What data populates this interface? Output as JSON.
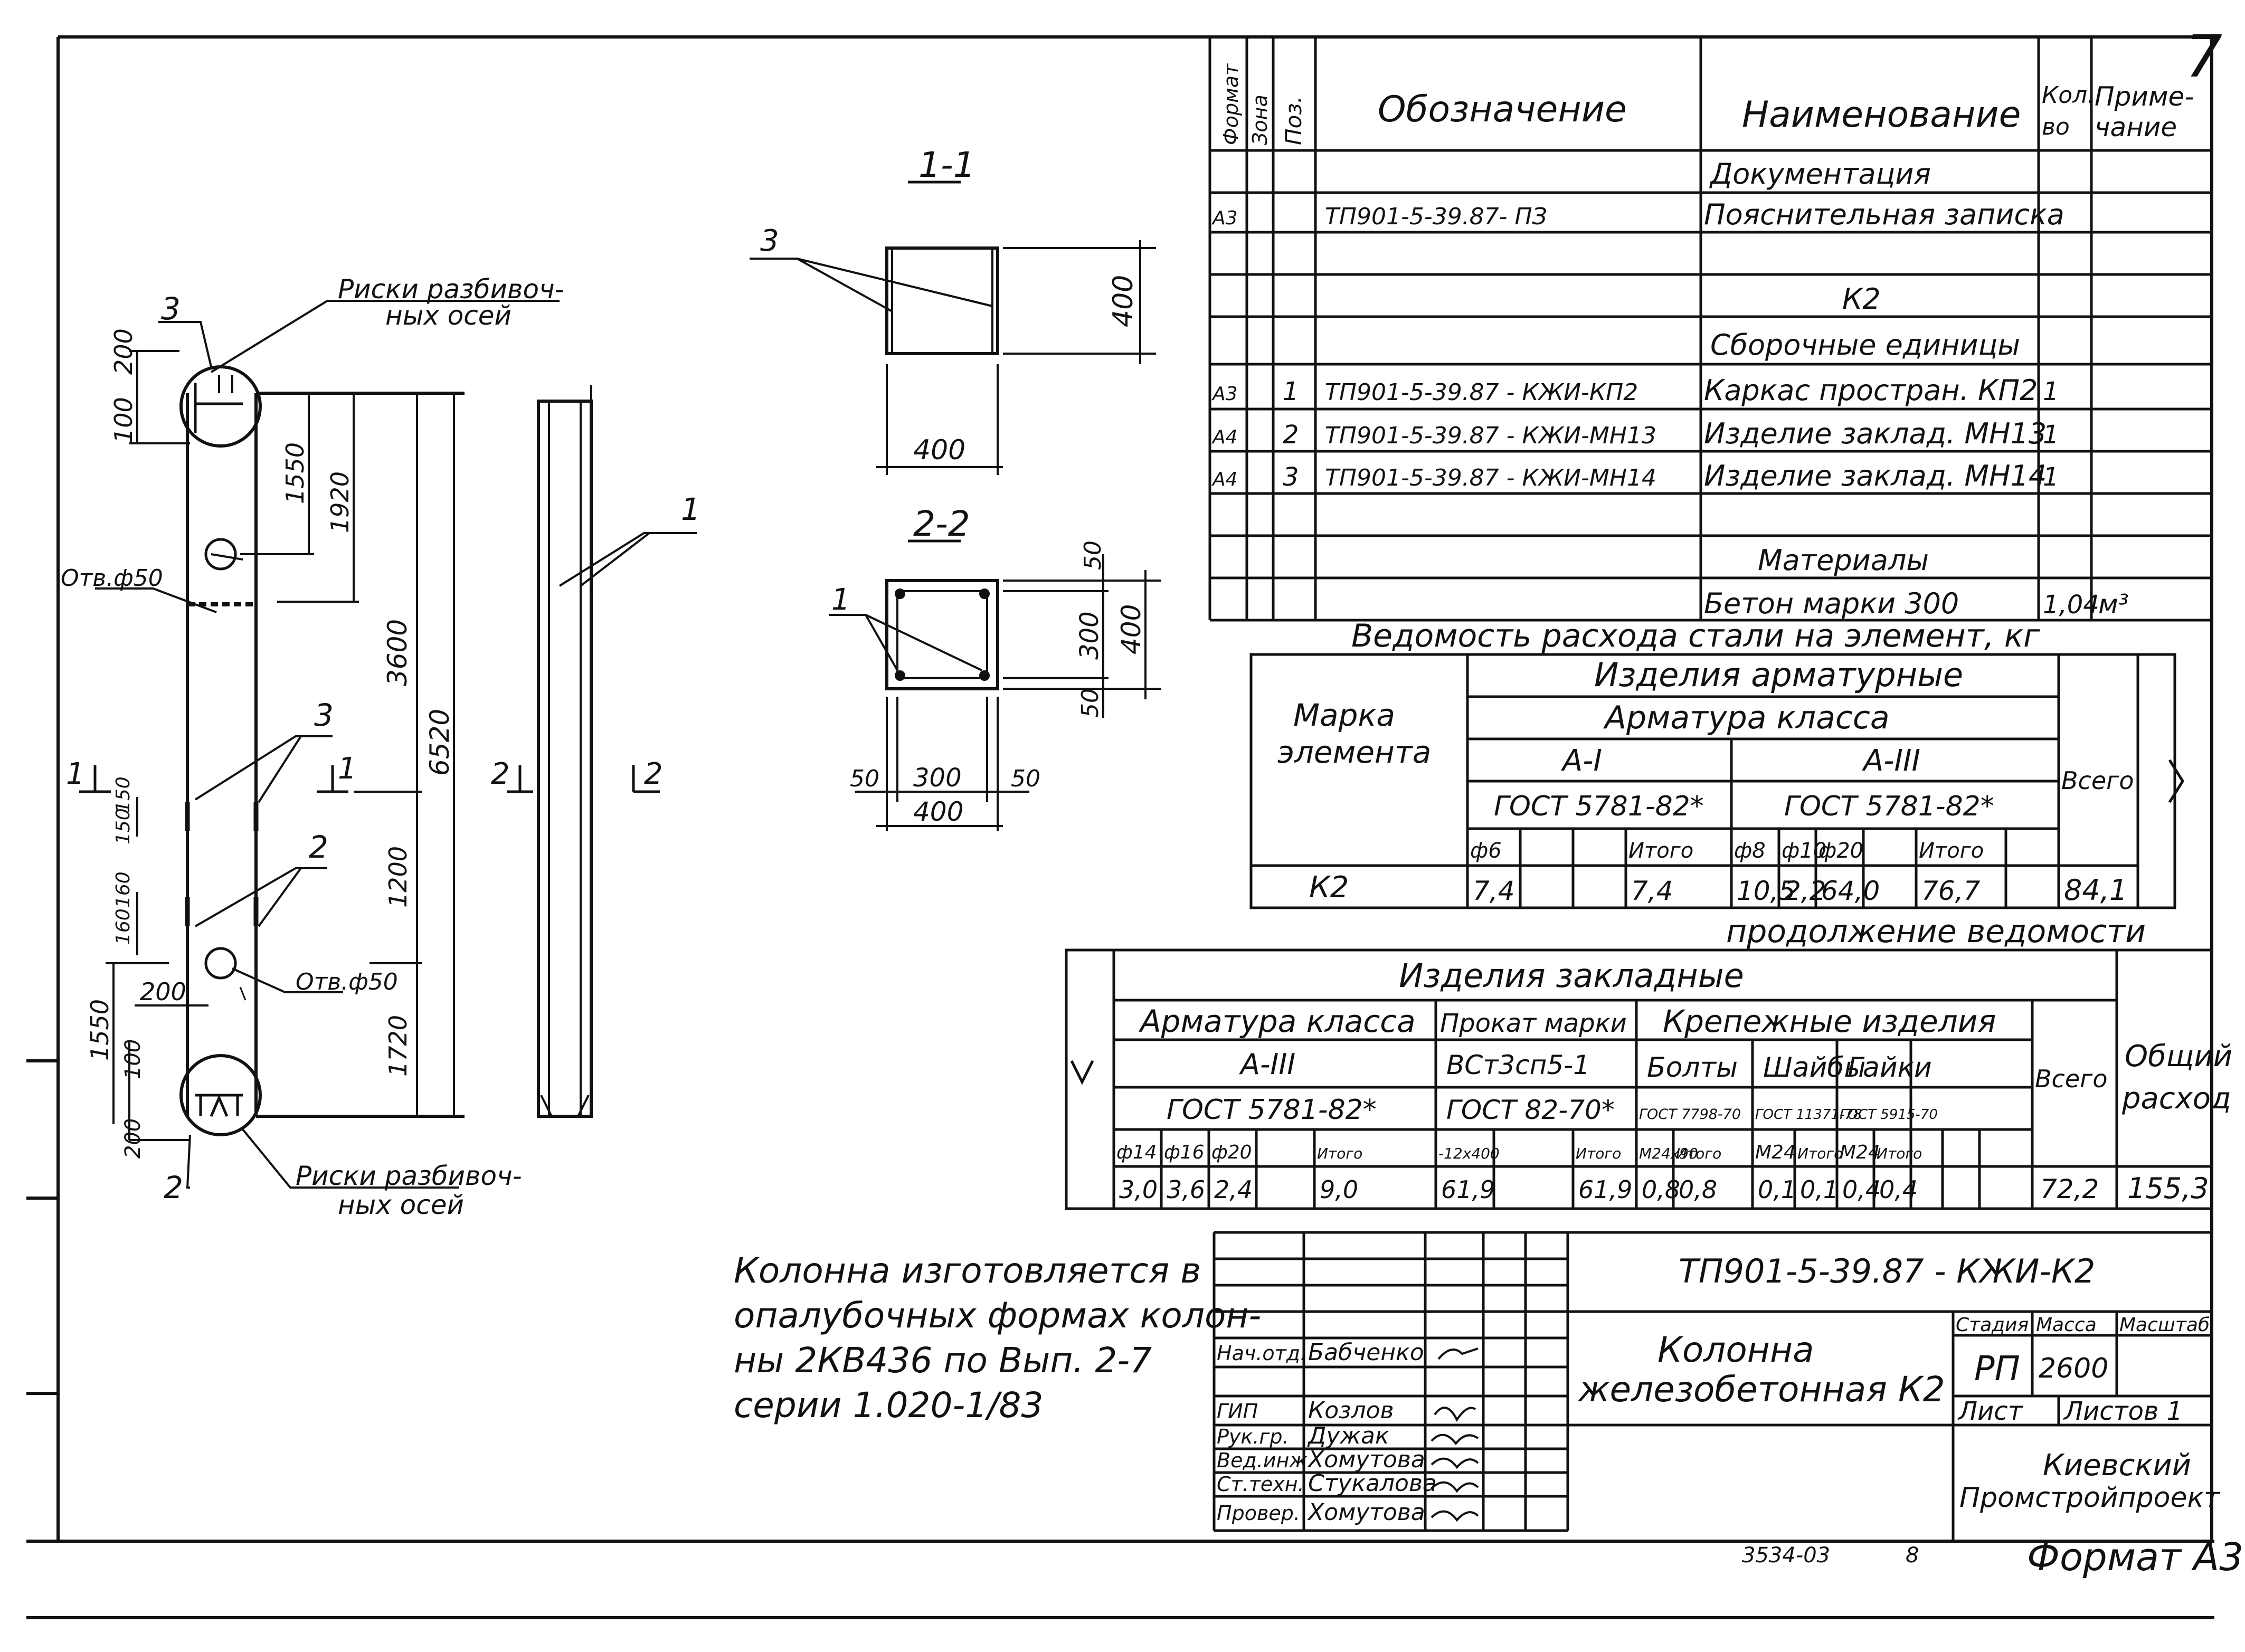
{
  "page": {
    "number": "7",
    "footer_code": "3534-03",
    "footer_num": "8",
    "format": "Формат А3"
  },
  "spec": {
    "headers": {
      "format": "Формат",
      "zone": "Зона",
      "pos": "Поз.",
      "designation": "Обозначение",
      "name": "Наименование",
      "qty": "Кол. во",
      "note": "Приме- чание"
    },
    "rows": [
      {
        "format": "",
        "zone": "",
        "pos": "",
        "designation": "",
        "name": "Документация",
        "qty": "",
        "note": ""
      },
      {
        "format": "А3",
        "zone": "",
        "pos": "",
        "designation": "ТП901-5-39.87-  ПЗ",
        "name": "Пояснительная записка",
        "qty": "",
        "note": ""
      },
      {
        "format": "",
        "zone": "",
        "pos": "",
        "designation": "",
        "name": "",
        "qty": "",
        "note": ""
      },
      {
        "format": "",
        "zone": "",
        "pos": "",
        "designation": "",
        "name": "К2",
        "qty": "",
        "note": ""
      },
      {
        "format": "",
        "zone": "",
        "pos": "",
        "designation": "",
        "name": "Сборочные единицы",
        "qty": "",
        "note": ""
      },
      {
        "format": "А3",
        "zone": "",
        "pos": "1",
        "designation": "ТП901-5-39.87 - КЖИ-КП2",
        "name": "Каркас простран. КП2",
        "qty": "1",
        "note": ""
      },
      {
        "format": "А4",
        "zone": "",
        "pos": "2",
        "designation": "ТП901-5-39.87 - КЖИ-МН13",
        "name": "Изделие заклад. МН13",
        "qty": "1",
        "note": ""
      },
      {
        "format": "А4",
        "zone": "",
        "pos": "3",
        "designation": "ТП901-5-39.87 - КЖИ-МН14",
        "name": "Изделие заклад. МН14",
        "qty": "1",
        "note": ""
      },
      {
        "format": "",
        "zone": "",
        "pos": "",
        "designation": "",
        "name": "",
        "qty": "",
        "note": ""
      },
      {
        "format": "",
        "zone": "",
        "pos": "",
        "designation": "",
        "name": "Материалы",
        "qty": "",
        "note": ""
      },
      {
        "format": "",
        "zone": "",
        "pos": "",
        "designation": "",
        "name": "Бетон марки 300",
        "qty": "1,04",
        "note": "м³"
      }
    ]
  },
  "steel": {
    "title": "Ведомость расхода стали на элемент, кг",
    "mark_label": "Марка элемента",
    "group": "Изделия арматурные",
    "class_label": "Арматура класса",
    "a1": "А-I",
    "a3": "А-III",
    "gost1": "ГОСТ 5781-82*",
    "gost3": "ГОСТ 5781-82*",
    "total_label": "Всего",
    "cols": [
      "ф6",
      "",
      "",
      "Итого",
      "ф8",
      "ф10",
      "ф20",
      "",
      "Итого"
    ],
    "row": {
      "mark": "К2",
      "values": [
        "7,4",
        "",
        "",
        "7,4",
        "10,5",
        "2,2",
        "64,0",
        "",
        "76,7"
      ],
      "total": "84,1"
    }
  },
  "cont": {
    "title": "продолжение ведомости",
    "group": "Изделия закладные",
    "arm_label": "Арматура класса",
    "arm_class": "А-III",
    "arm_gost": "ГОСТ 5781-82*",
    "prokat_label": "Прокат марки",
    "prokat_class": "ВСт3сп5-1",
    "prokat_gost": "ГОСТ 82-70*",
    "fasteners_label": "Крепежные изделия",
    "bolts": "Болты",
    "bolts_gost": "ГОСТ 7798-70",
    "washers": "Шайбы",
    "washers_gost": "ГОСТ 11371-78",
    "nuts": "Гайки",
    "nuts_gost": "ГОСТ 5915-70",
    "total_label": "Всего",
    "grand_label": "Общий расход",
    "cols": [
      "ф14",
      "ф16",
      "ф20",
      "",
      "Итого",
      "-12х400",
      "",
      "Итого",
      "М24х90",
      "Итого",
      "М24",
      "Итого",
      "М24",
      "Итого"
    ],
    "values": [
      "3,0",
      "3,6",
      "2,4",
      "",
      "9,0",
      "61,9",
      "",
      "61,9",
      "0,8",
      "0,8",
      "0,1",
      "0,1",
      "0,4",
      "0,4"
    ],
    "total": "72,2",
    "grand": "155,3"
  },
  "note": [
    "Колонна изготовляется в",
    "опалубочных формах колон-",
    "ны 2КВ436 по Вып. 2-7",
    "серии 1.020-1/83"
  ],
  "titleblock": {
    "code": "ТП901-5-39.87 - КЖИ-К2",
    "name1": "Колонна",
    "name2": "железобетонная К2",
    "stage_label": "Стадия",
    "mass_label": "Масса",
    "scale_label": "Масштаб",
    "stage": "РП",
    "mass": "2600",
    "sheet_label": "Лист",
    "sheets_label": "Листов 1",
    "org1": "Киевский",
    "org2": "Промстройпроект",
    "people": [
      {
        "role": "Нач.отд.",
        "name": "Бабченко"
      },
      {
        "role": "ГИП",
        "name": "Козлов"
      },
      {
        "role": "Рук.гр.",
        "name": "Дужак"
      },
      {
        "role": "Вед.инж.",
        "name": "Хомутова"
      },
      {
        "role": "Ст.техн.",
        "name": "Стукалова"
      },
      {
        "role": "Провер.",
        "name": "Хомутова"
      }
    ]
  },
  "drawing": {
    "risk1": "Риски разбивоч-",
    "risk1b": "ных осей",
    "risk2": "Риски разбивоч-",
    "risk2b": "ных осей",
    "hole1": "Отв.ф50",
    "hole2": "Отв.ф50",
    "d200a": "200",
    "d100a": "100",
    "d1550": "1550",
    "d1920": "1920",
    "d3600": "3600",
    "d6520": "6520",
    "d1200": "1200",
    "d1720": "1720",
    "d1550b": "1550",
    "d200b": "200",
    "d200c": "200",
    "d100b": "100",
    "d150a": "150",
    "d150b": "150",
    "d160a": "160",
    "d160b": "160",
    "p3a": "3",
    "p3b": "3",
    "p2a": "2",
    "p2b": "2",
    "p1": "1",
    "c1a": "1",
    "c1b": "1",
    "c2a": "2",
    "c2b": "2",
    "s11": "1-1",
    "s22": "2-2",
    "s1_400h": "400",
    "s1_400v": "400",
    "s1_pos": "3",
    "s2_50a": "50",
    "s2_300": "300",
    "s2_50b": "50",
    "s2_400v": "400",
    "s2_b50a": "50",
    "s2_b300": "300",
    "s2_b50b": "50",
    "s2_b400": "400",
    "s2_pos": "1"
  }
}
